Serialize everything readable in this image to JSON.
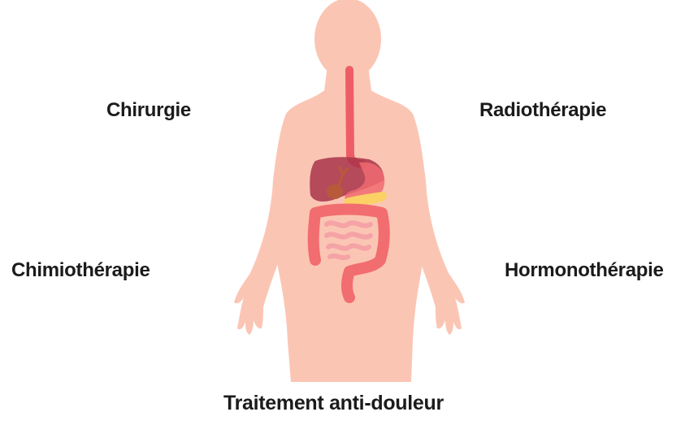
{
  "treatments": {
    "surgery": "Chirurgie",
    "radiotherapy": "Radiothérapie",
    "chemotherapy": "Chimiothérapie",
    "hormone_therapy": "Hormonothérapie",
    "pain_treatment": "Traitement anti-douleur"
  },
  "colors": {
    "body": "#fbc5b4",
    "esophagus": "#ee5d66",
    "liver": "#a8344a",
    "stomach": "#f06a70",
    "intestine": "#f26d6f",
    "small_intestine": "#f5a3a6",
    "pancreas": "#fbd166",
    "gallbladder": "#b85a3a",
    "text": "#1b1b1b"
  }
}
